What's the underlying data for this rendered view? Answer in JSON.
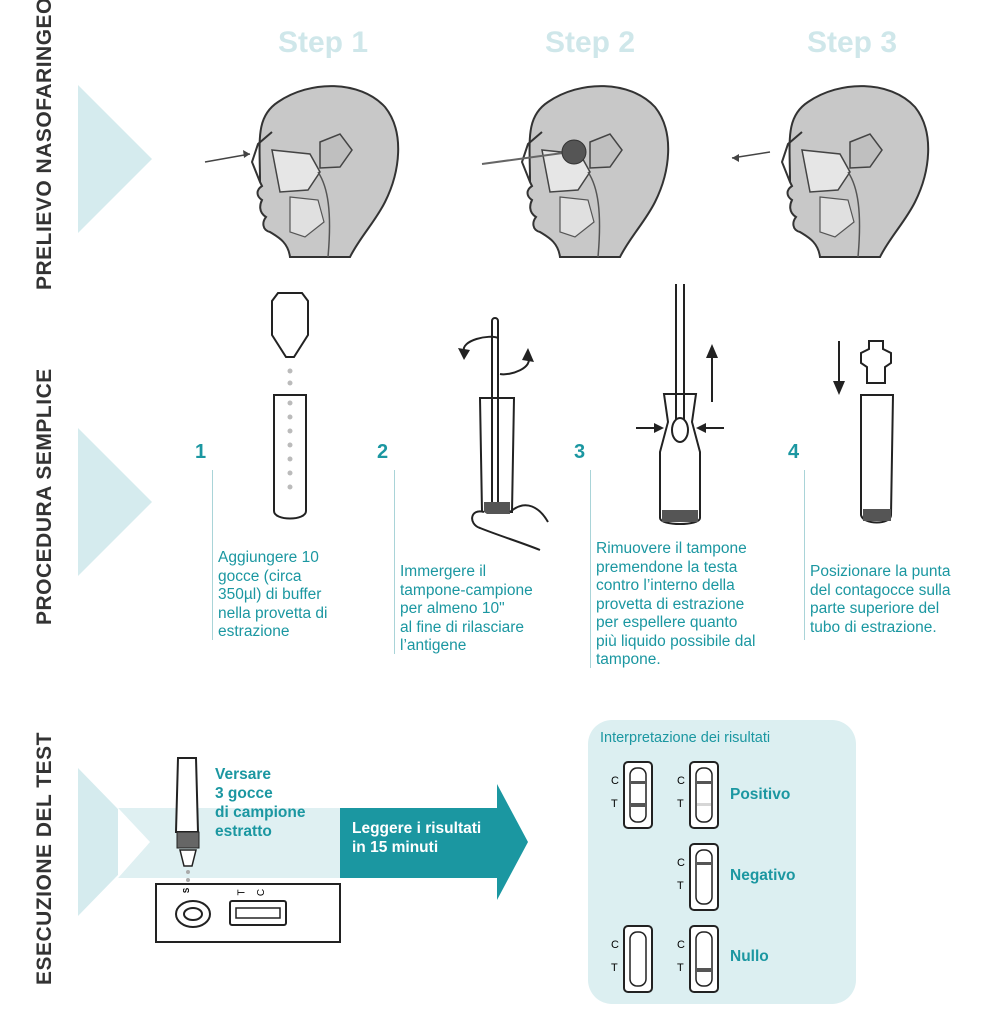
{
  "sections": {
    "sampling": "PRELIEVO NASOFARINGEO",
    "procedure": "PROCEDURA SEMPLICE",
    "execution": "ESECUZIONE  DEL TEST"
  },
  "steps": [
    {
      "title": "Step 1"
    },
    {
      "title": "Step 2"
    },
    {
      "title": "Step 3"
    }
  ],
  "procedure_steps": [
    {
      "number": "1",
      "lines": [
        "Aggiungere 10",
        "gocce (circa",
        "350µl) di buffer",
        "nella provetta di",
        "estrazione"
      ]
    },
    {
      "number": "2",
      "lines": [
        "Immergere il",
        "tampone-campione",
        "per almeno 10\"",
        "al fine di rilasciare",
        "l’antigene"
      ]
    },
    {
      "number": "3",
      "lines": [
        "Rimuovere il tampone",
        "premendone la testa",
        "contro l’interno della",
        "provetta di estrazione",
        "per espellere quanto",
        "più liquido possibile dal",
        "tampone."
      ]
    },
    {
      "number": "4",
      "lines": [
        "Posizionare la punta",
        "del contagocce sulla",
        "parte superiore del",
        "tubo di estrazione."
      ]
    }
  ],
  "execution": {
    "pour_lines": [
      "Versare",
      "3 gocce",
      "di campione",
      "estratto"
    ],
    "read_lines": [
      "Leggere i risultati",
      "in 15 minuti"
    ],
    "cassette_s": "S",
    "cassette_t": "T",
    "cassette_c": "C"
  },
  "results": {
    "title": "Interpretazione dei risultati",
    "c_label": "C",
    "t_label": "T",
    "positive": "Positivo",
    "negative": "Negativo",
    "invalid": "Nullo"
  },
  "colors": {
    "teal": "#1b97a1",
    "light_teal": "#cfe7ea",
    "panel": "#dceff1",
    "dark": "#222222"
  }
}
